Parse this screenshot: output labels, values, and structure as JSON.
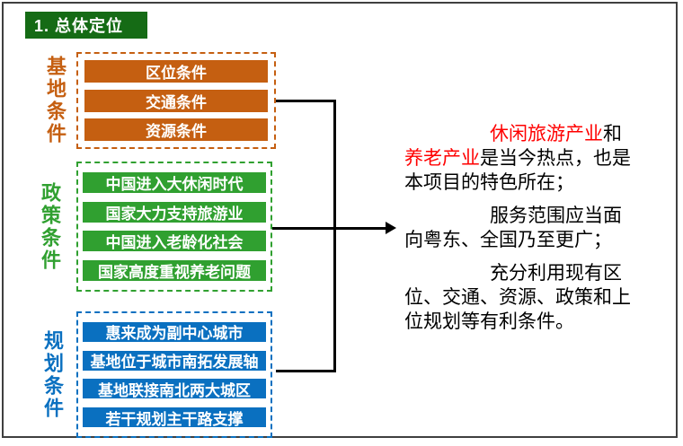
{
  "slide": {
    "title": "1.  总体定位",
    "title_bg_color": "#156B15",
    "border_color": "#3F3F3F",
    "background_color": "#FFFFFF"
  },
  "groups": [
    {
      "label": "基地条件",
      "color": "#C55F11",
      "items": [
        "区位条件",
        "交通条件",
        "资源条件"
      ]
    },
    {
      "label": "政策条件",
      "color": "#30A030",
      "items": [
        "中国进入大休闲时代",
        "国家大力支持旅游业",
        "中国进入老龄化社会",
        "国家高度重视养老问题"
      ]
    },
    {
      "label": "规划条件",
      "color": "#0A70C0",
      "items": [
        "惠来成为副中心城市",
        "基地位于城市南拓发展轴",
        "基地联接南北两大城区",
        "若干规划主干路支撑"
      ]
    }
  ],
  "connector": {
    "color": "#000000"
  },
  "annotation": {
    "highlight_color": "#FF0000",
    "text_color": "#000000",
    "para1": {
      "line1_red": "休闲旅游产业",
      "line1_rest": "和",
      "line2_red": "养老产业",
      "line2_rest": "是当今热点，也是",
      "line3": "本项目的特色所在；"
    },
    "para2": {
      "line1": "服务范围应当面",
      "line2": "向粤东、全国乃至更广；"
    },
    "para3": {
      "line1": "充分利用现有区",
      "line2": "位、交通、资源、政策和上",
      "line3": "位规划等有利条件。"
    }
  }
}
